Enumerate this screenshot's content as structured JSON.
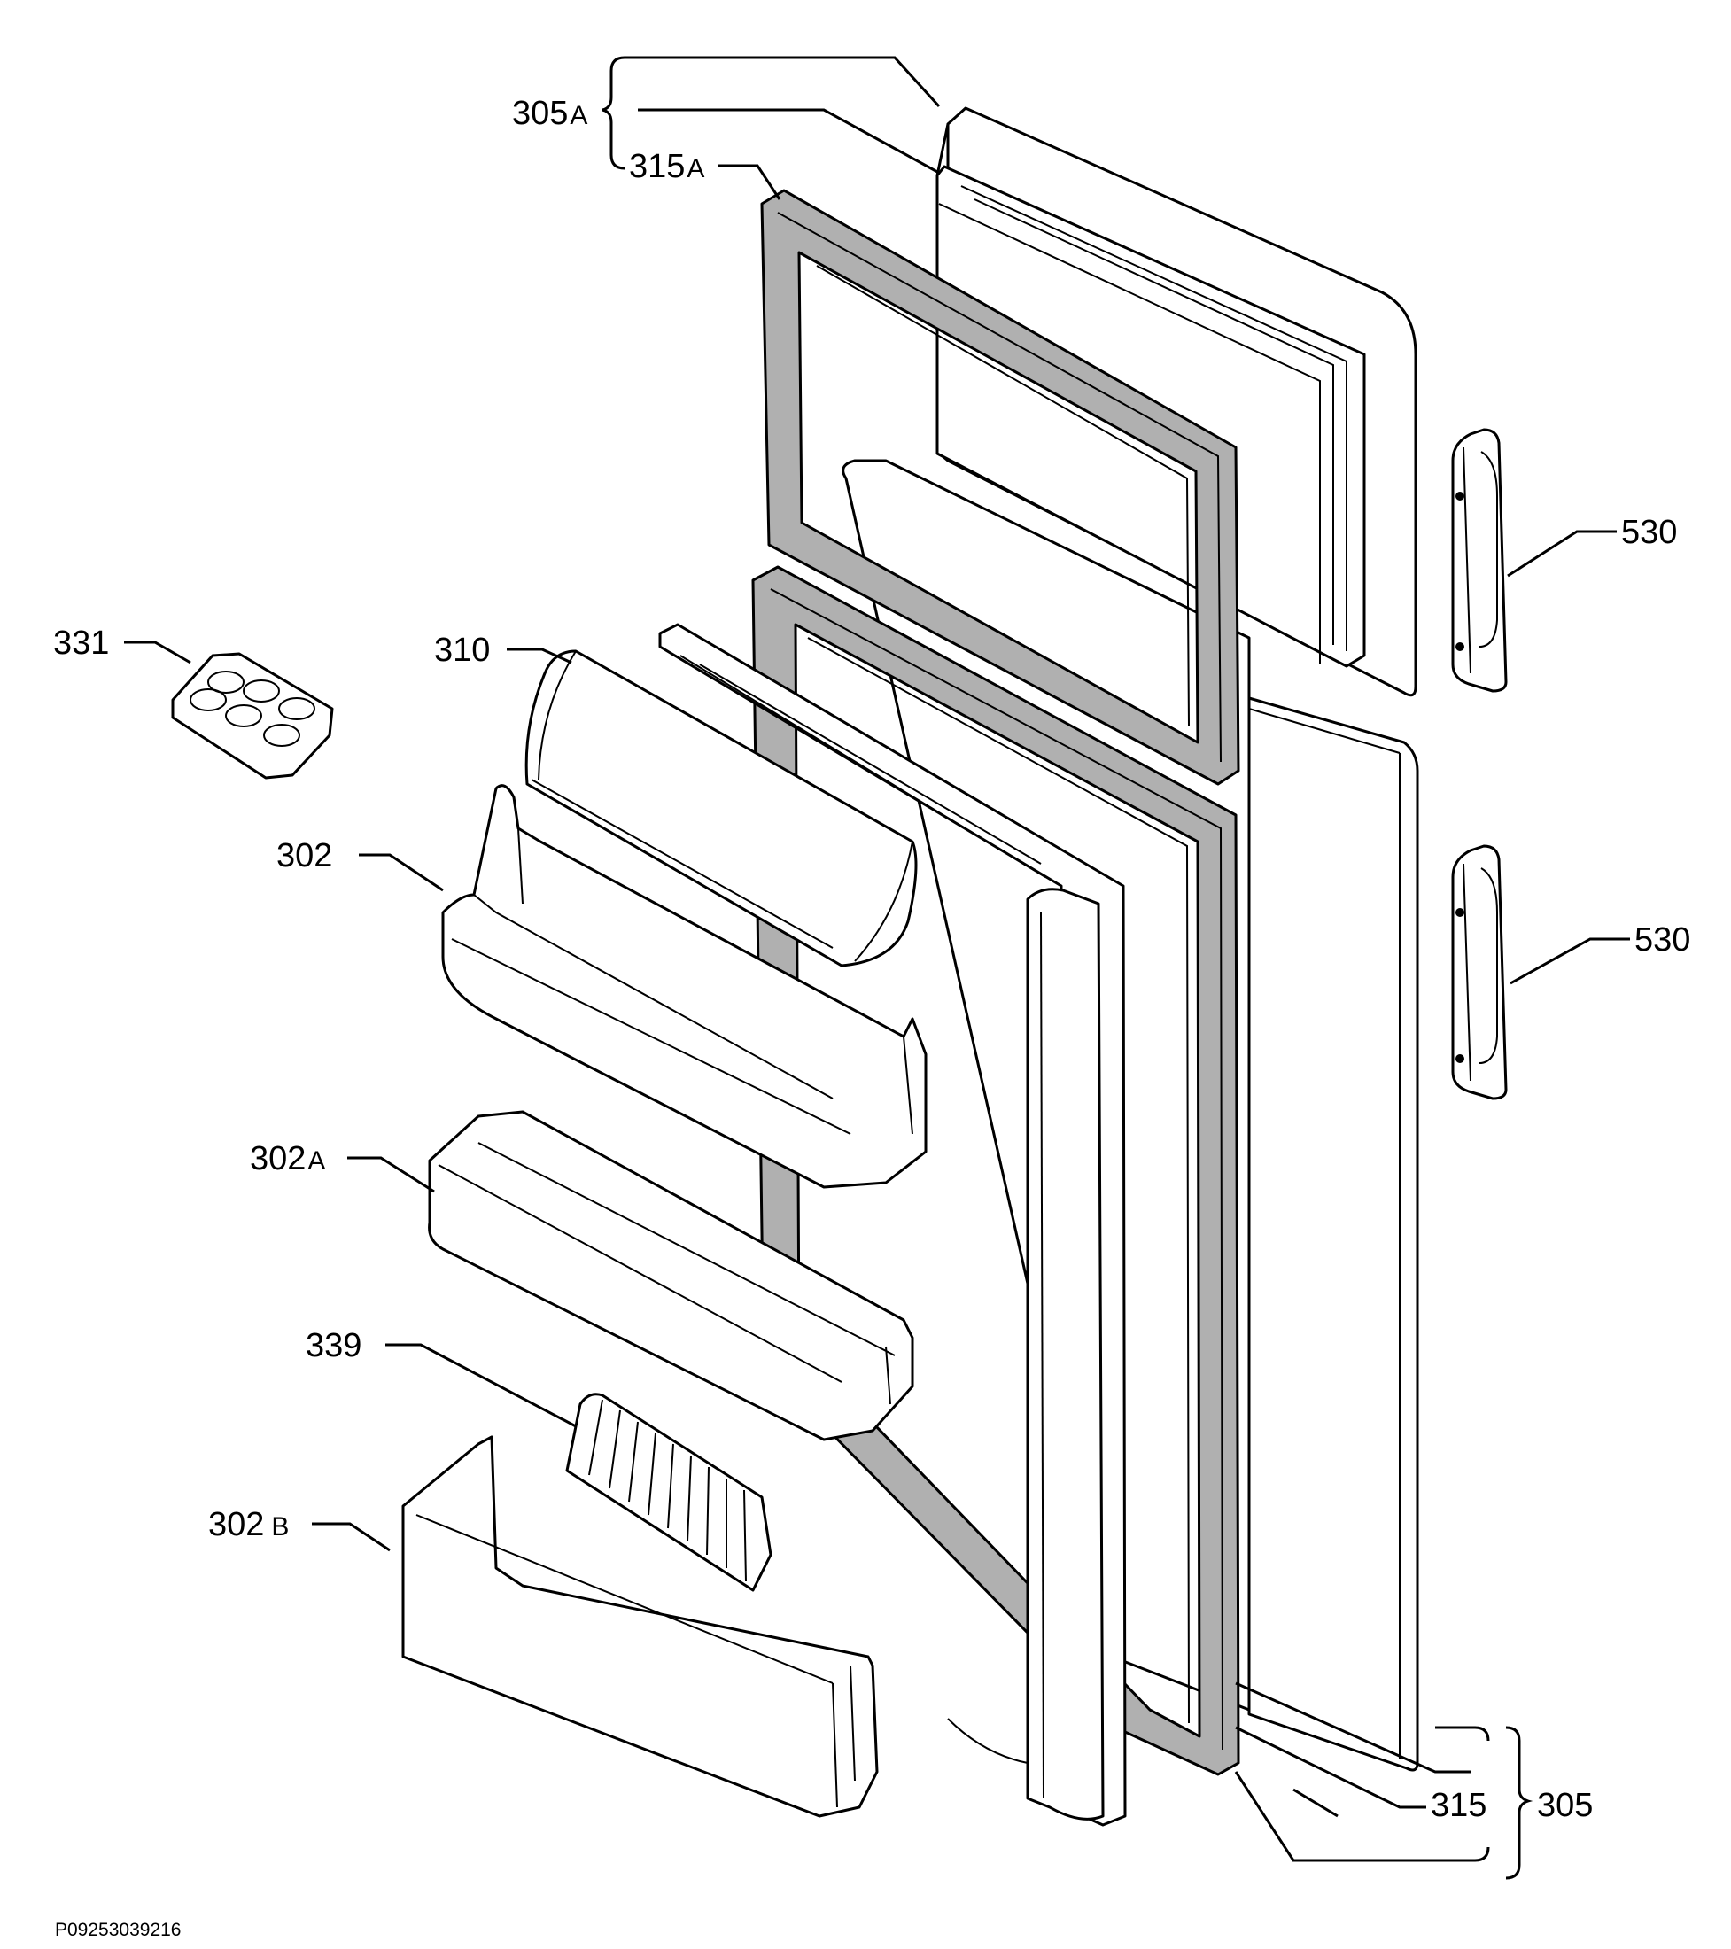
{
  "diagram": {
    "drawing_code": "P09253039216",
    "callouts": [
      {
        "id": "305A",
        "number": "305",
        "suffix": "A"
      },
      {
        "id": "315A",
        "number": "315",
        "suffix": "A"
      },
      {
        "id": "530-upper",
        "number": "530",
        "suffix": ""
      },
      {
        "id": "530-lower",
        "number": "530",
        "suffix": ""
      },
      {
        "id": "331",
        "number": "331",
        "suffix": ""
      },
      {
        "id": "310",
        "number": "310",
        "suffix": ""
      },
      {
        "id": "302",
        "number": "302",
        "suffix": ""
      },
      {
        "id": "302A",
        "number": "302",
        "suffix": "A"
      },
      {
        "id": "339",
        "number": "339",
        "suffix": ""
      },
      {
        "id": "302B",
        "number": "302",
        "suffix": "B"
      },
      {
        "id": "315",
        "number": "315",
        "suffix": ""
      },
      {
        "id": "305",
        "number": "305",
        "suffix": ""
      }
    ]
  }
}
